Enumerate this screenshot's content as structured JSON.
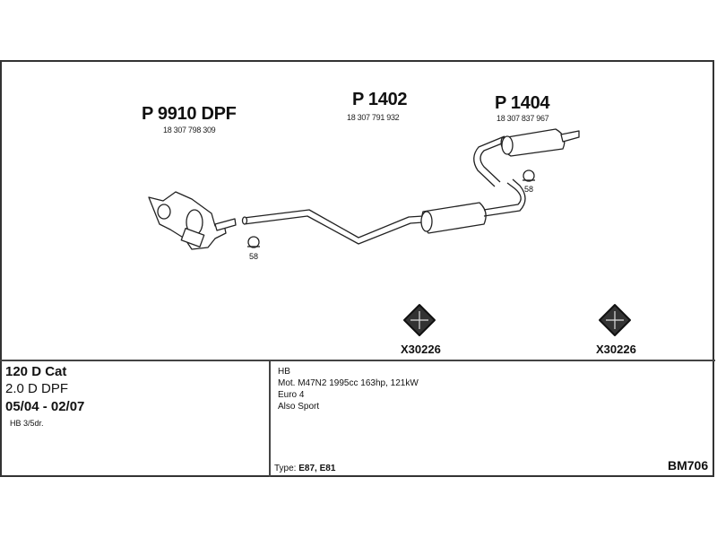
{
  "parts": [
    {
      "name": "P 9910 DPF",
      "number": "18 307 798 309"
    },
    {
      "name": "P 1402",
      "number": "18 307 791 932"
    },
    {
      "name": "P 1404",
      "number": "18 307 837 967"
    }
  ],
  "clamps": [
    "58",
    "58"
  ],
  "mounts": [
    "X30226",
    "X30226"
  ],
  "vehicle": {
    "model": "120 D Cat",
    "engine": "2.0 D DPF",
    "dates": "05/04 - 02/07",
    "body": "HB 3/5dr."
  },
  "details": {
    "lines": [
      "HB",
      "Mot. M47N2 1995cc 163hp, 121kW",
      "Euro 4",
      "Also Sport"
    ],
    "type_label": "Type:",
    "type_value": "E87, E81"
  },
  "code": "BM706"
}
